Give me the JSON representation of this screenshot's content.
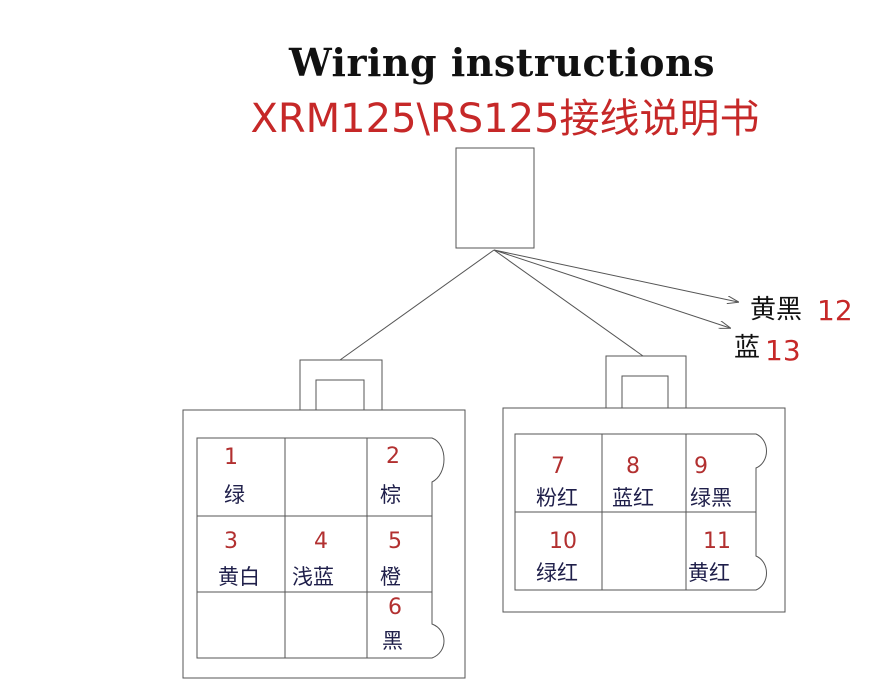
{
  "title": {
    "en": "Wiring instructions",
    "cn": "XRM125\\RS125接线说明书"
  },
  "leads": [
    {
      "color": "黄黑",
      "num": "12"
    },
    {
      "color": "蓝",
      "num": "13"
    }
  ],
  "left_connector": {
    "pins": [
      {
        "num": "1",
        "color": "绿"
      },
      {
        "num": "2",
        "color": "棕"
      },
      {
        "num": "3",
        "color": "黄白"
      },
      {
        "num": "4",
        "color": "浅蓝"
      },
      {
        "num": "5",
        "color": "橙"
      },
      {
        "num": "6",
        "color": "黑"
      }
    ]
  },
  "right_connector": {
    "pins": [
      {
        "num": "7",
        "color": "粉红"
      },
      {
        "num": "8",
        "color": "蓝红"
      },
      {
        "num": "9",
        "color": "绿黑"
      },
      {
        "num": "10",
        "color": "绿红"
      },
      {
        "num": "11",
        "color": "黄红"
      }
    ]
  },
  "colors": {
    "title_en": "#111111",
    "title_cn": "#c62828",
    "pin_number": "#b23030",
    "pin_color": "#1f1f4a",
    "line": "#555555"
  }
}
